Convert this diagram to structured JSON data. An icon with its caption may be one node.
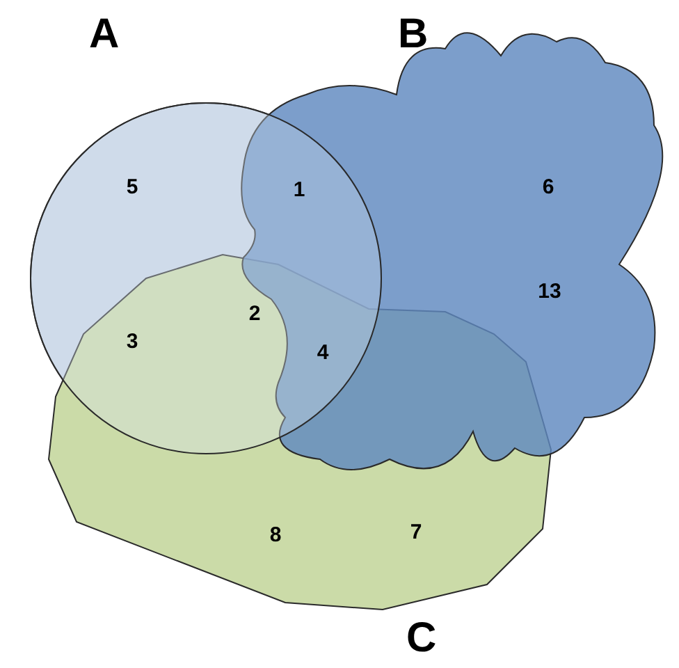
{
  "diagram": {
    "nodes": [
      {
        "text": [
          "A"
        ]
      },
      {
        "text": [
          "B"
        ]
      },
      {
        "text": [
          "C"
        ]
      }
    ],
    "labels": [
      "5",
      "1",
      "6",
      "13",
      "2",
      "3",
      "4",
      "8",
      "7"
    ]
  }
}
